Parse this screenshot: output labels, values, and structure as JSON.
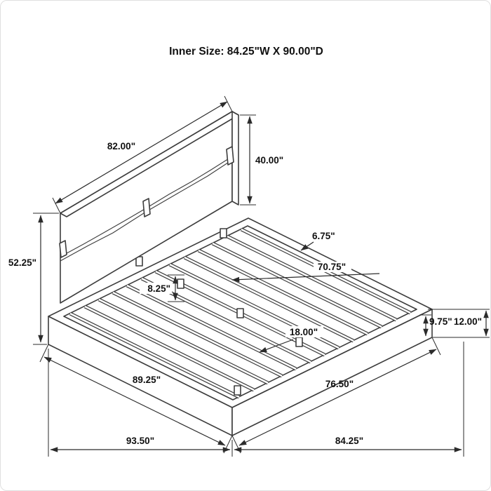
{
  "title": "Inner Size: 84.25\"W X 90.00\"D",
  "labels": {
    "headboard_width": "82.00\"",
    "headboard_panel_height": "40.00\"",
    "headboard_overall_height": "52.25\"",
    "side_rail_top_width": "6.75\"",
    "slat_length": "70.75\"",
    "slat_inset": "8.25\"",
    "platform_inner_height": "9.75\"",
    "platform_height": "12.00\"",
    "center_support_width": "18.00\"",
    "platform_side_depth": "89.25\"",
    "platform_front_width": "76.50\"",
    "overall_depth": "93.50\"",
    "overall_width": "84.25\""
  },
  "colors": {
    "line": "#3d3d3d",
    "text": "#111111",
    "background": "#ffffff"
  }
}
